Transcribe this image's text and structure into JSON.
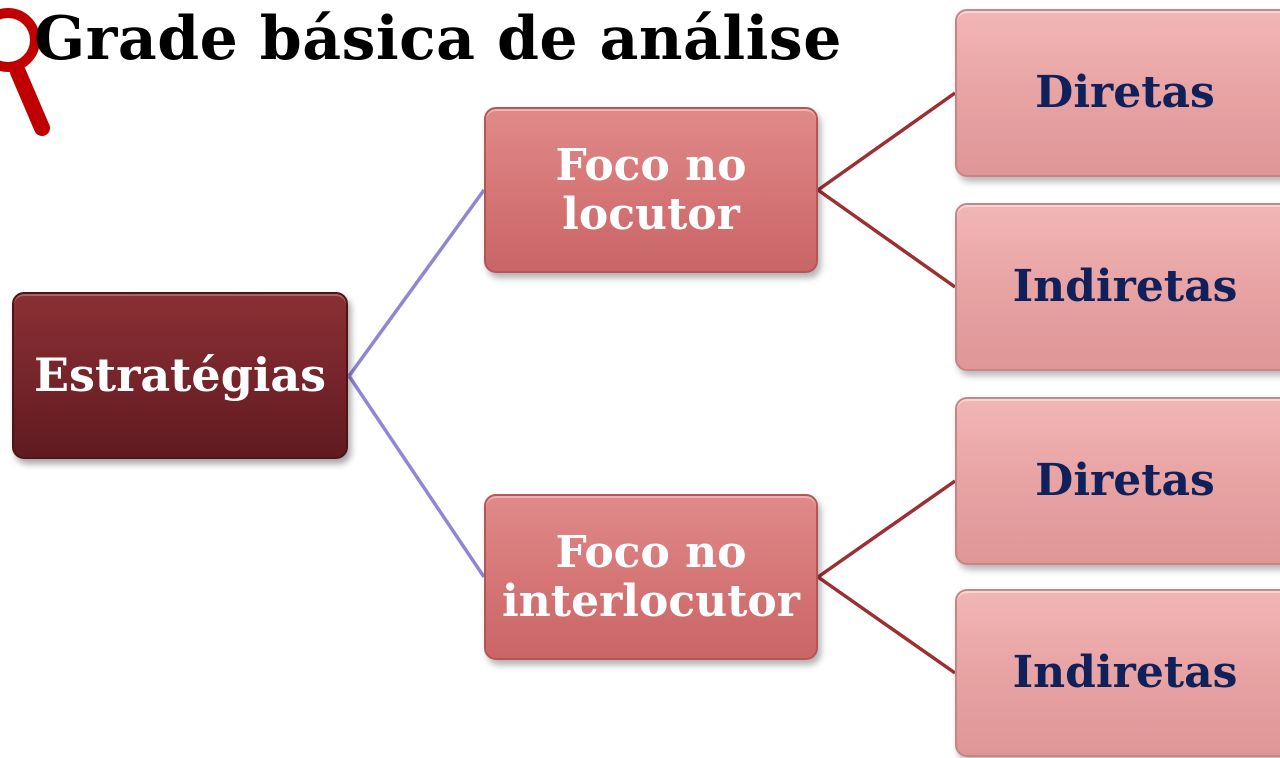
{
  "title": "Grade básica de análise",
  "icon": "magnifier-icon",
  "colors": {
    "root_fill": "#74242a",
    "mid_fill": "#d67677",
    "leaf_fill": "#e8a3a3",
    "leaf_text": "#10205a",
    "root_connector": "#8f86d4",
    "branch_connector": "#9b2f33",
    "magnifier": "#c00000"
  },
  "diagram": {
    "root": "Estratégias",
    "branches": [
      {
        "label": "Foco no locutor",
        "children": [
          "Diretas",
          "Indiretas"
        ]
      },
      {
        "label": "Foco no interlocutor",
        "children": [
          "Diretas",
          "Indiretas"
        ]
      }
    ]
  }
}
